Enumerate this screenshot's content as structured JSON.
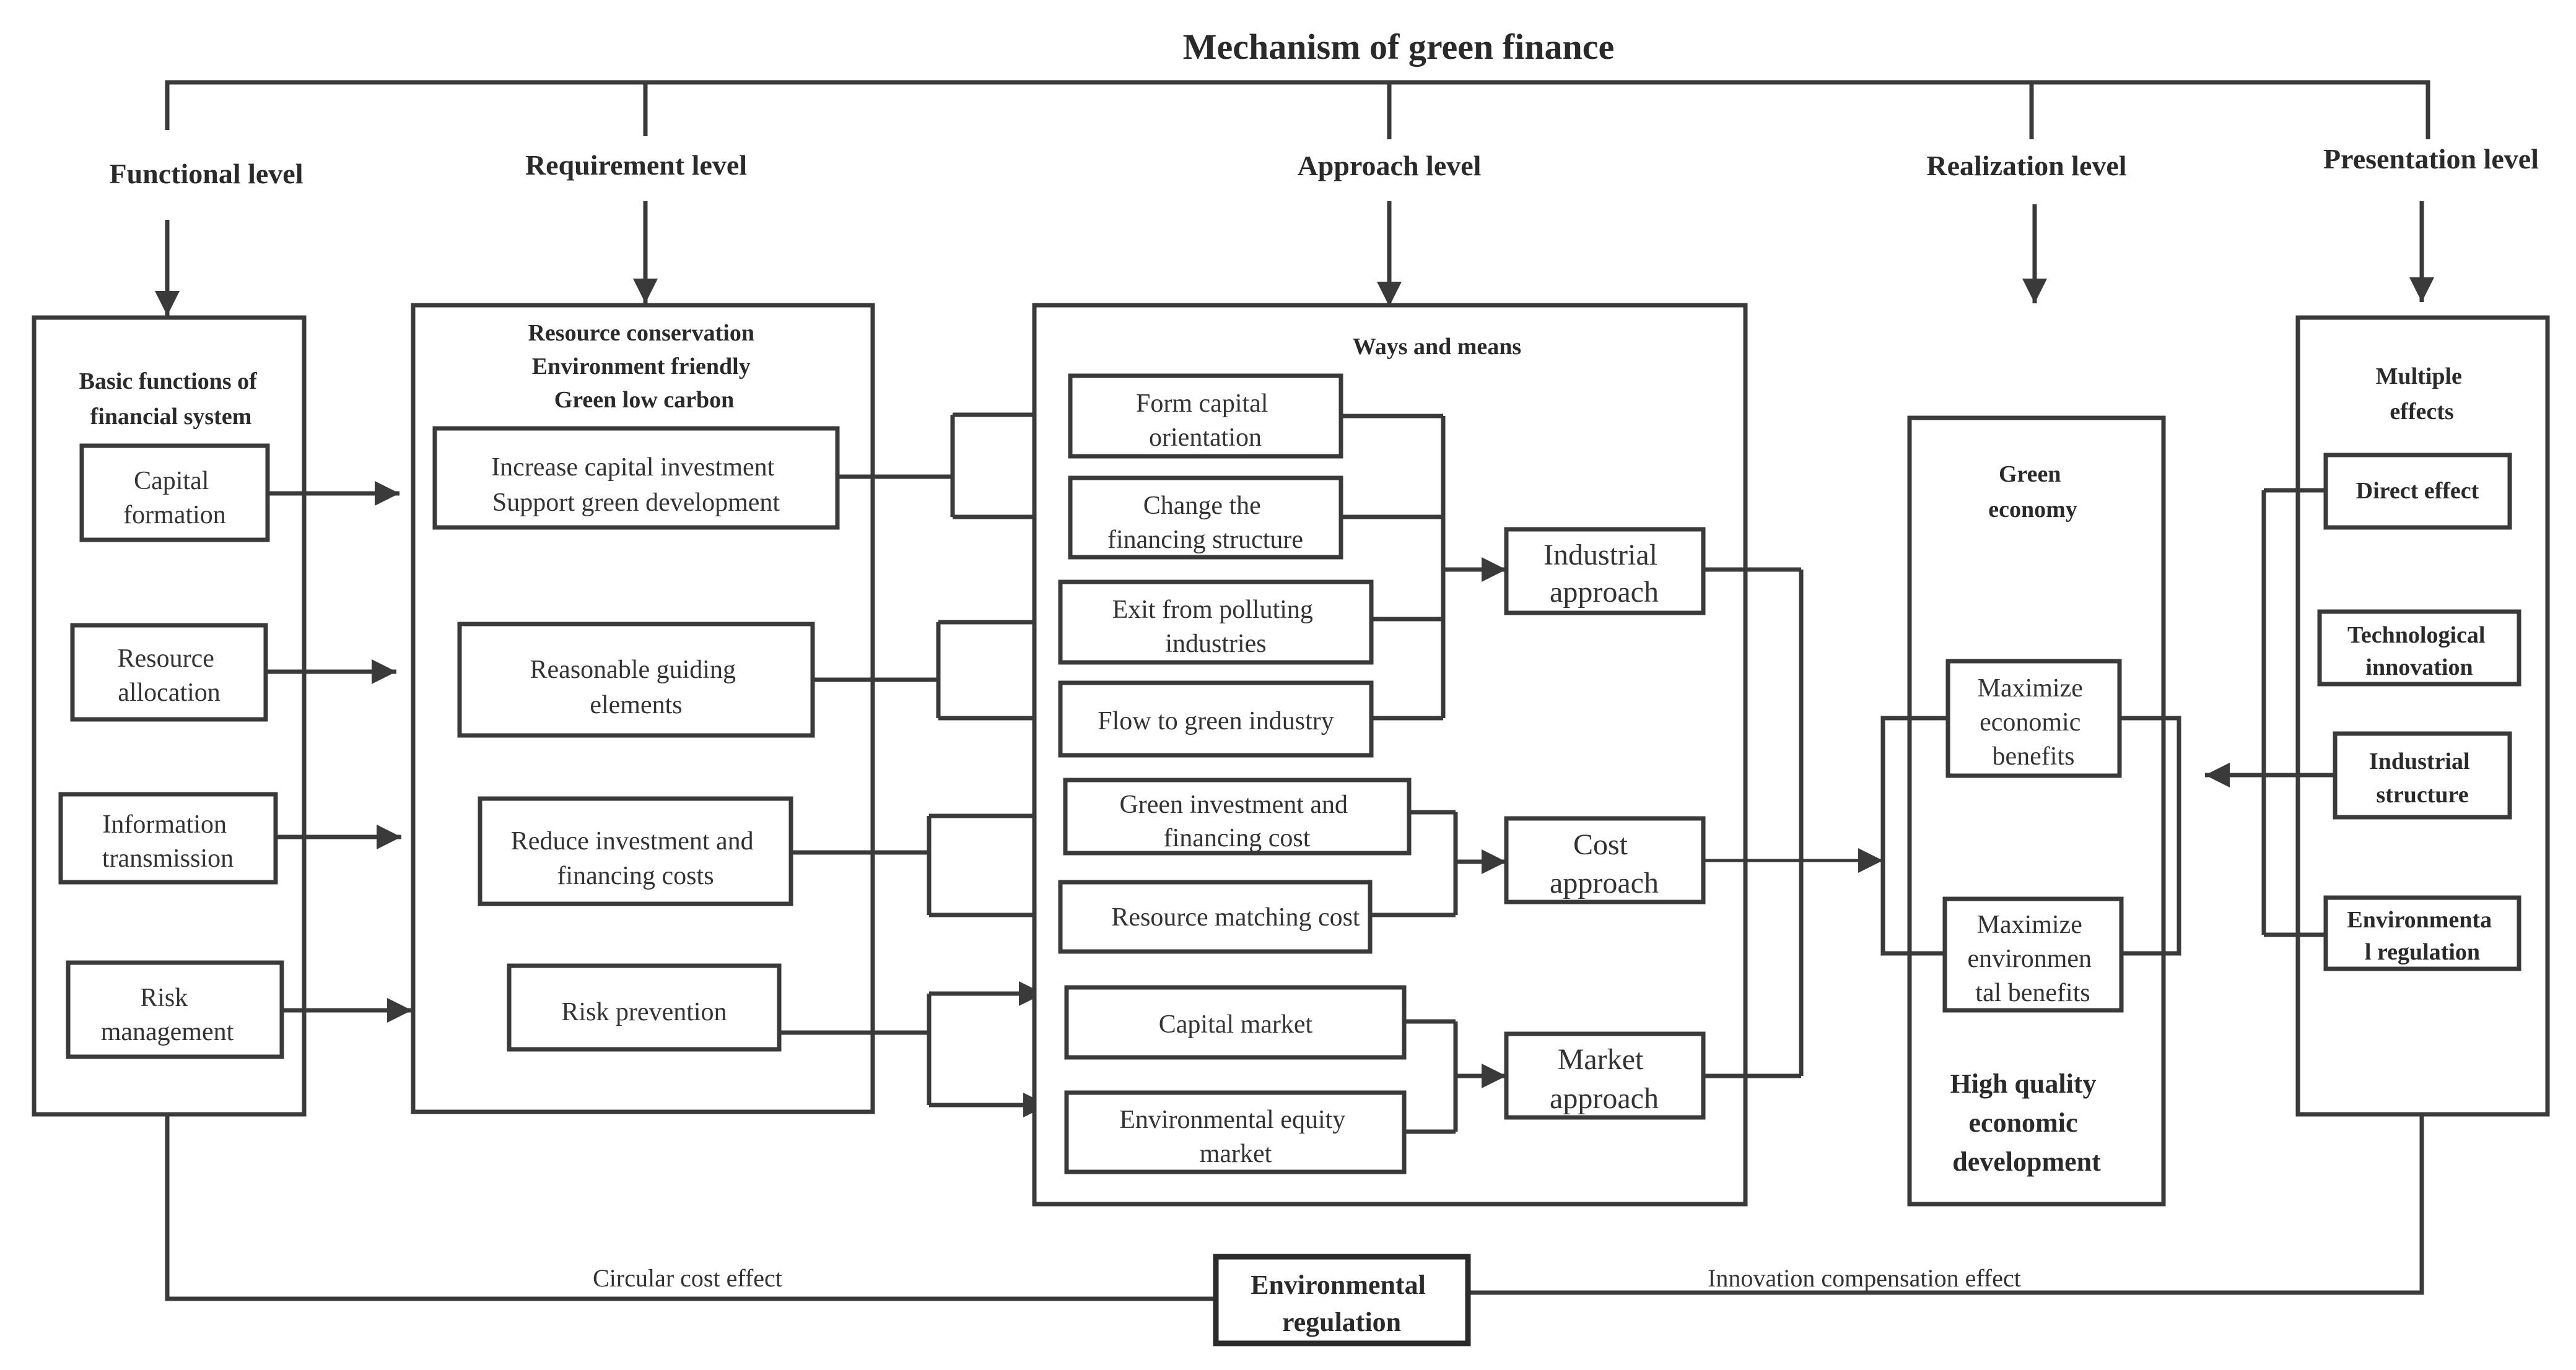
{
  "title": "Mechanism of green finance",
  "levels": {
    "functional": "Functional level",
    "requirement": "Requirement level",
    "approach": "Approach level",
    "realization": "Realization level",
    "presentation": "Presentation level"
  },
  "functional": {
    "title": [
      "Basic functions of",
      "financial system"
    ],
    "items": [
      [
        "Capital",
        "formation"
      ],
      [
        "Resource",
        "allocation"
      ],
      [
        "Information",
        "transmission"
      ],
      [
        "Risk",
        "management"
      ]
    ]
  },
  "requirement": {
    "header": [
      "Resource conservation",
      "Environment friendly",
      "Green low carbon"
    ],
    "items": [
      [
        "Increase capital investment",
        "Support green development"
      ],
      [
        "Reasonable guiding",
        "elements"
      ],
      [
        "Reduce investment and",
        "financing costs"
      ],
      [
        "Risk prevention"
      ]
    ]
  },
  "approach": {
    "title": "Ways and means",
    "means": [
      [
        "Form capital",
        "orientation"
      ],
      [
        "Change the",
        "financing structure"
      ],
      [
        "Exit from polluting",
        "industries"
      ],
      [
        "Flow to green industry"
      ],
      [
        "Green investment and",
        "financing cost"
      ],
      [
        "Resource matching cost"
      ],
      [
        "Capital market"
      ],
      [
        "Environmental equity",
        "market"
      ]
    ],
    "approaches": [
      [
        "Industrial",
        "approach"
      ],
      [
        "Cost",
        "approach"
      ],
      [
        "Market",
        "approach"
      ]
    ]
  },
  "realization": {
    "top": [
      "Green",
      "economy"
    ],
    "benefits": [
      [
        "Maximize",
        "economic",
        "benefits"
      ],
      [
        "Maximize",
        "environmen",
        "tal benefits"
      ]
    ],
    "bottom": [
      "High quality",
      "economic",
      "development"
    ]
  },
  "presentation": {
    "title": [
      "Multiple",
      "effects"
    ],
    "items": [
      [
        "Direct effect"
      ],
      [
        "Technological",
        "innovation"
      ],
      [
        "Industrial",
        "structure"
      ],
      [
        "Environmenta",
        "l regulation"
      ]
    ]
  },
  "bottom": {
    "left_label": "Circular cost effect",
    "right_label": "Innovation compensation effect",
    "center": [
      "Environmental",
      "regulation"
    ]
  },
  "colors": {
    "line": "#3a3a3a",
    "text": "#333333",
    "background": "#ffffff"
  }
}
